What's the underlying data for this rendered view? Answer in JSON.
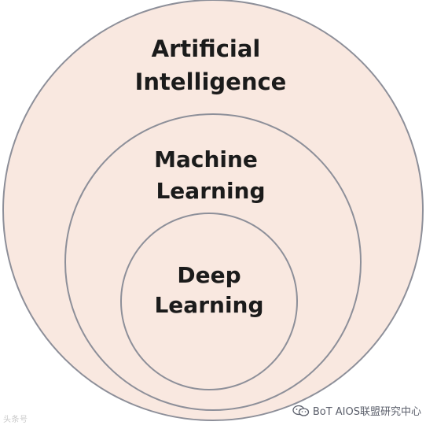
{
  "diagram": {
    "outer_label": {
      "line1": "Artificial",
      "line2": "Intelligence"
    },
    "middle_label": {
      "line1": "Machine",
      "line2": "Learning"
    },
    "inner_label": {
      "line1": "Deep",
      "line2": "Learning"
    },
    "colors": {
      "fill": "#f9e8e0",
      "stroke": "#8d8f99",
      "text": "#1b1b1b"
    }
  },
  "watermark": {
    "left_text": "头条号",
    "right_text": "BoT AIOS联盟研究中心",
    "right_icon": "wechat-icon"
  }
}
